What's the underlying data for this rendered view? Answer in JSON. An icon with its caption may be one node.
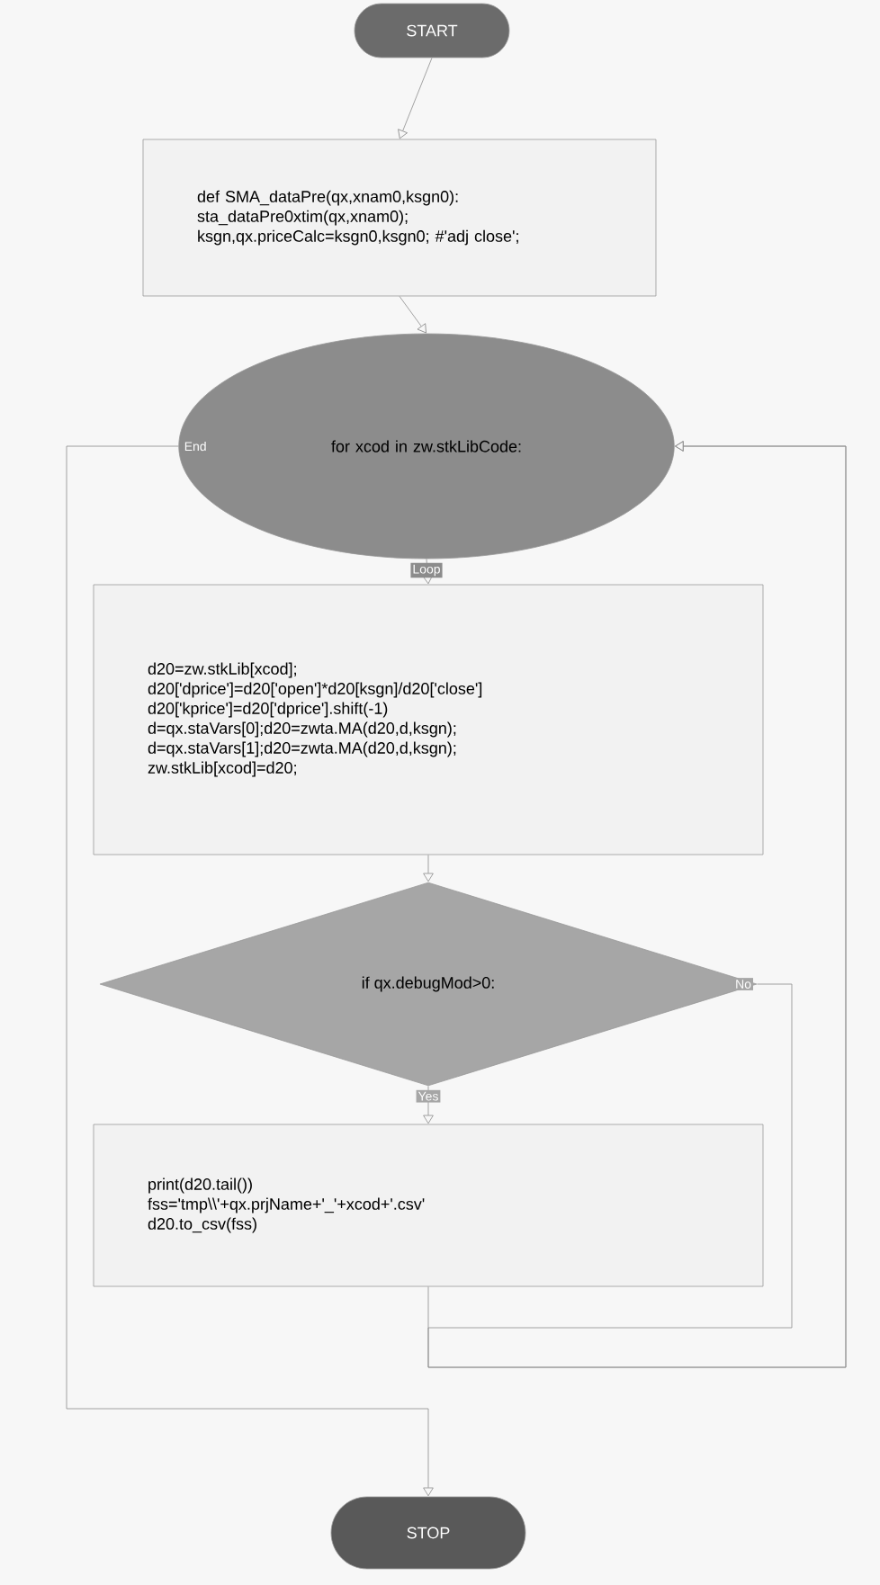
{
  "diagram": {
    "nodes": [
      {
        "text": [
          "START"
        ]
      },
      {
        "text": [
          "def SMA_dataPre(qx,xnam0,ksgn0):",
          "sta_dataPre0xtim(qx,xnam0);",
          "ksgn,qx.priceCalc=ksgn0,ksgn0; #'adj close';"
        ]
      },
      {
        "text": [
          "for xcod in zw.stkLibCode:"
        ]
      },
      {
        "text": [
          "d20=zw.stkLib[xcod];",
          "d20['dprice']=d20['open']*d20[ksgn]/d20['close']",
          "d20['kprice']=d20['dprice'].shift(-1)",
          "d=qx.staVars[0];d20=zwta.MA(d20,d,ksgn);",
          "d=qx.staVars[1];d20=zwta.MA(d20,d,ksgn);",
          "zw.stkLib[xcod]=d20;"
        ]
      },
      {
        "text": [
          "if qx.debugMod>0:"
        ]
      },
      {
        "text": [
          "print(d20.tail())",
          "fss='tmp\\\\'+qx.prjName+'_'+xcod+'.csv'",
          "d20.to_csv(fss)"
        ]
      },
      {
        "text": [
          "STOP"
        ]
      }
    ],
    "edges": [
      {
        "from": 0,
        "to": 1,
        "arrow": "to"
      },
      {
        "from": 1,
        "to": 2,
        "arrow": "to"
      },
      {
        "from": 2,
        "to": 3,
        "arrow": "to",
        "label": "Loop"
      },
      {
        "from": 3,
        "to": 4,
        "arrow": "to"
      },
      {
        "from": 4,
        "to": 5,
        "arrow": "to",
        "label": "Yes"
      },
      {
        "from": 4,
        "to": 2,
        "arrow": "to",
        "label": "No"
      },
      {
        "from": 5,
        "to": 2,
        "arrow": "to"
      },
      {
        "from": 2,
        "to": 6,
        "arrow": "to",
        "label": "End"
      }
    ]
  }
}
